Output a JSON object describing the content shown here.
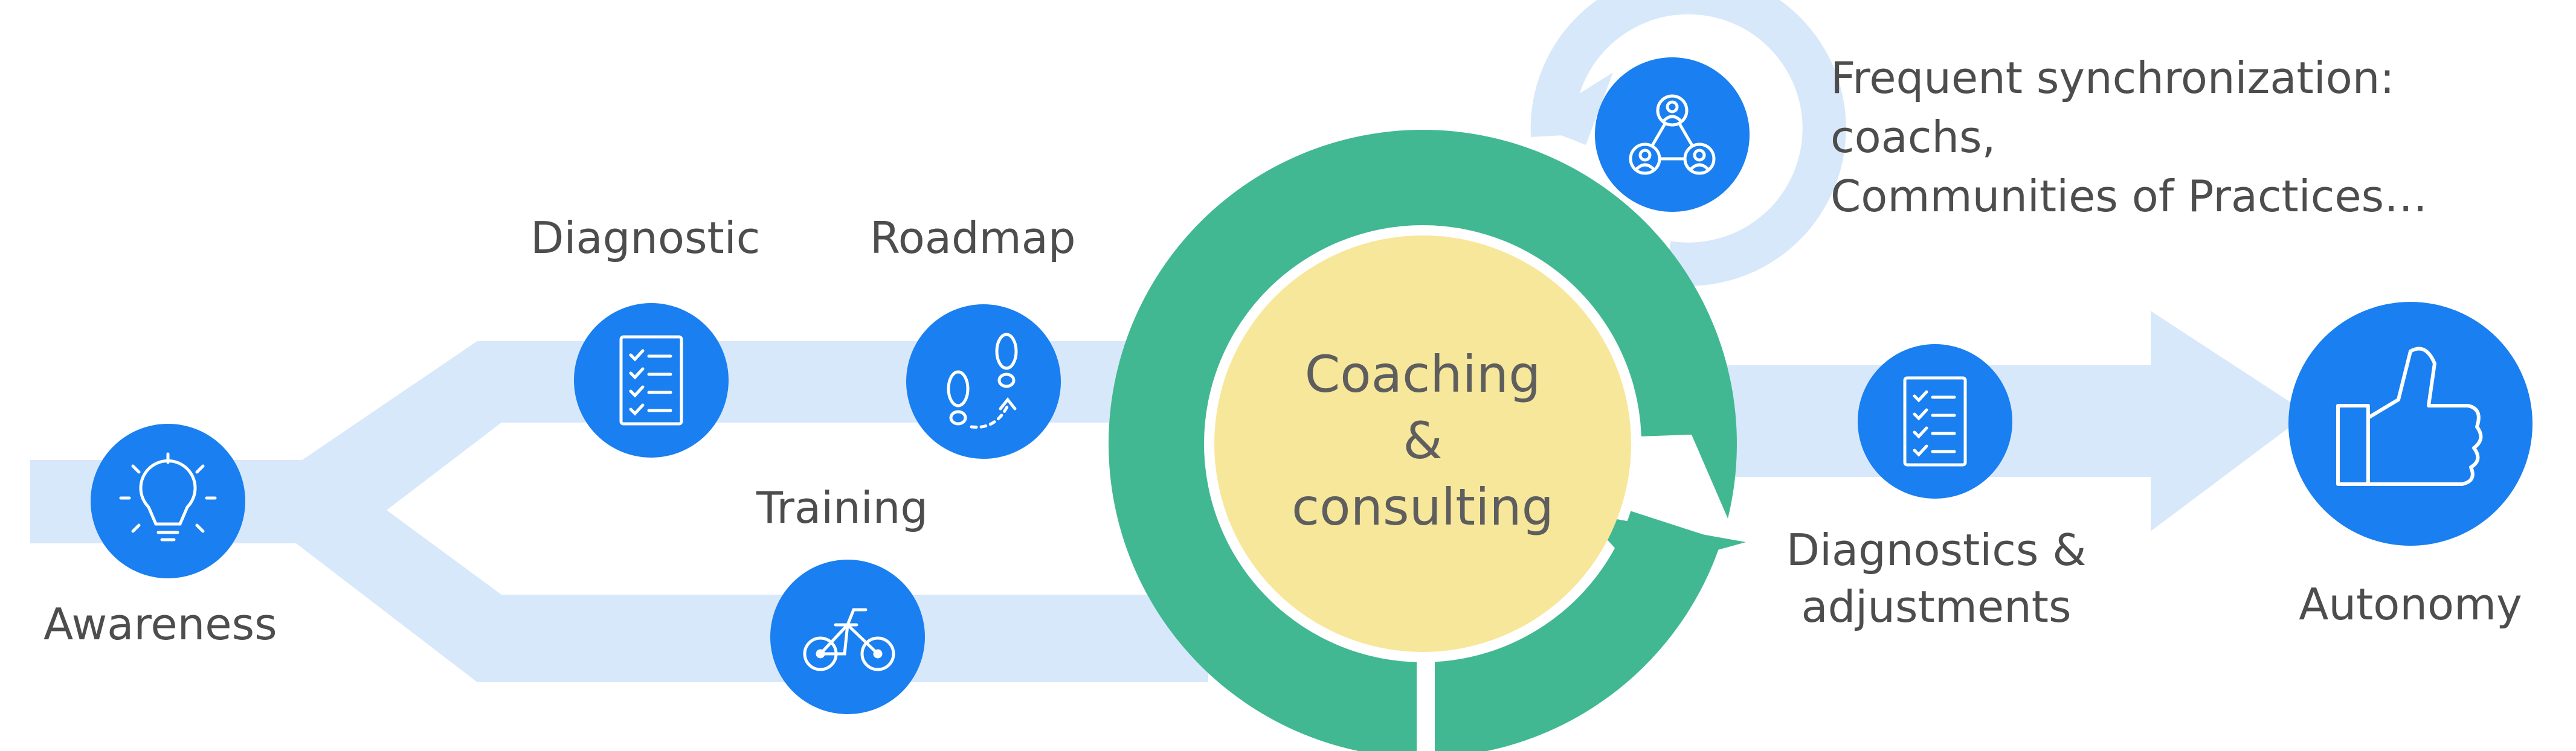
{
  "colors": {
    "band": "#d7e8fb",
    "node": "#1a7ff0",
    "ring": "#41b891",
    "core": "#f7e79b",
    "icon": "#ffffff",
    "text": "#4d4d4d"
  },
  "stages": {
    "awareness": {
      "label": "Awareness",
      "icon": "lightbulb-icon"
    },
    "diagnostic": {
      "label": "Diagnostic",
      "icon": "checklist-icon"
    },
    "roadmap": {
      "label": "Roadmap",
      "icon": "footsteps-icon"
    },
    "training": {
      "label": "Training",
      "icon": "bicycle-icon"
    },
    "adjustments": {
      "label_line1": "Diagnostics &",
      "label_line2": "adjustments",
      "icon": "checklist-icon"
    },
    "autonomy": {
      "label": "Autonomy",
      "icon": "thumbs-up-icon"
    }
  },
  "center": {
    "line1": "Coaching",
    "line2": "&",
    "line3": "consulting"
  },
  "sync": {
    "line1": "Frequent synchronization:",
    "line2": "coachs,",
    "line3": "Communities of Practices…",
    "icon": "people-network-icon"
  }
}
